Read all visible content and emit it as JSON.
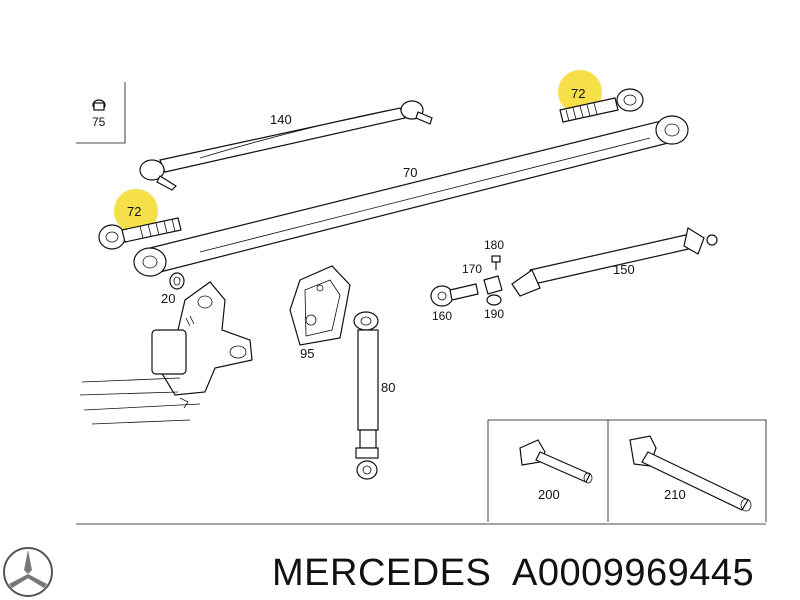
{
  "labels": {
    "p75": "75",
    "p140": "140",
    "p72a": "72",
    "p70": "70",
    "p72b": "72",
    "p20": "20",
    "p180": "180",
    "p170": "170",
    "p150": "150",
    "p160": "160",
    "p190": "190",
    "p95": "95",
    "p80": "80",
    "p200": "200",
    "p210": "210"
  },
  "footer": {
    "brand": "MERCEDES",
    "part_number": "A0009969445"
  },
  "colors": {
    "highlight": "#f6e04a",
    "ink": "#111111"
  }
}
